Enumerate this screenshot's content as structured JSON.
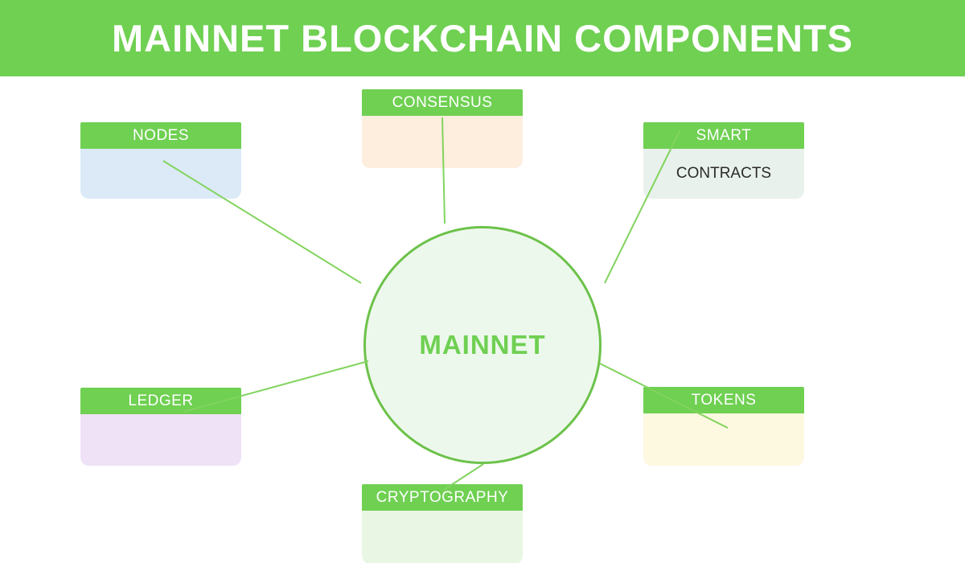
{
  "title": "MAINNET BLOCKCHAIN COMPONENTS",
  "center": {
    "label": "MAINNET"
  },
  "components": {
    "consensus": {
      "label": "CONSENSUS",
      "body_text": "",
      "body_color": "#fdeede"
    },
    "nodes": {
      "label": "NODES",
      "body_text": "",
      "body_color": "#dceaf7"
    },
    "smart_contracts": {
      "label": "SMART",
      "body_text": "CONTRACTS",
      "body_color": "#e8f1eb"
    },
    "ledger": {
      "label": "LEDGER",
      "body_text": "",
      "body_color": "#efe2f6"
    },
    "tokens": {
      "label": "TOKENS",
      "body_text": "",
      "body_color": "#fdf8e0"
    },
    "cryptography": {
      "label": "CRYPTOGRAPHY",
      "body_text": "",
      "body_color": "#e9f6e3"
    }
  },
  "colors": {
    "header_green": "#6fd052",
    "line_green": "#82d45f",
    "circle_border": "#6cc24a",
    "circle_fill": "#edf8ec",
    "title_text": "#ffffff",
    "body_text_dark": "#2b2b2b"
  }
}
